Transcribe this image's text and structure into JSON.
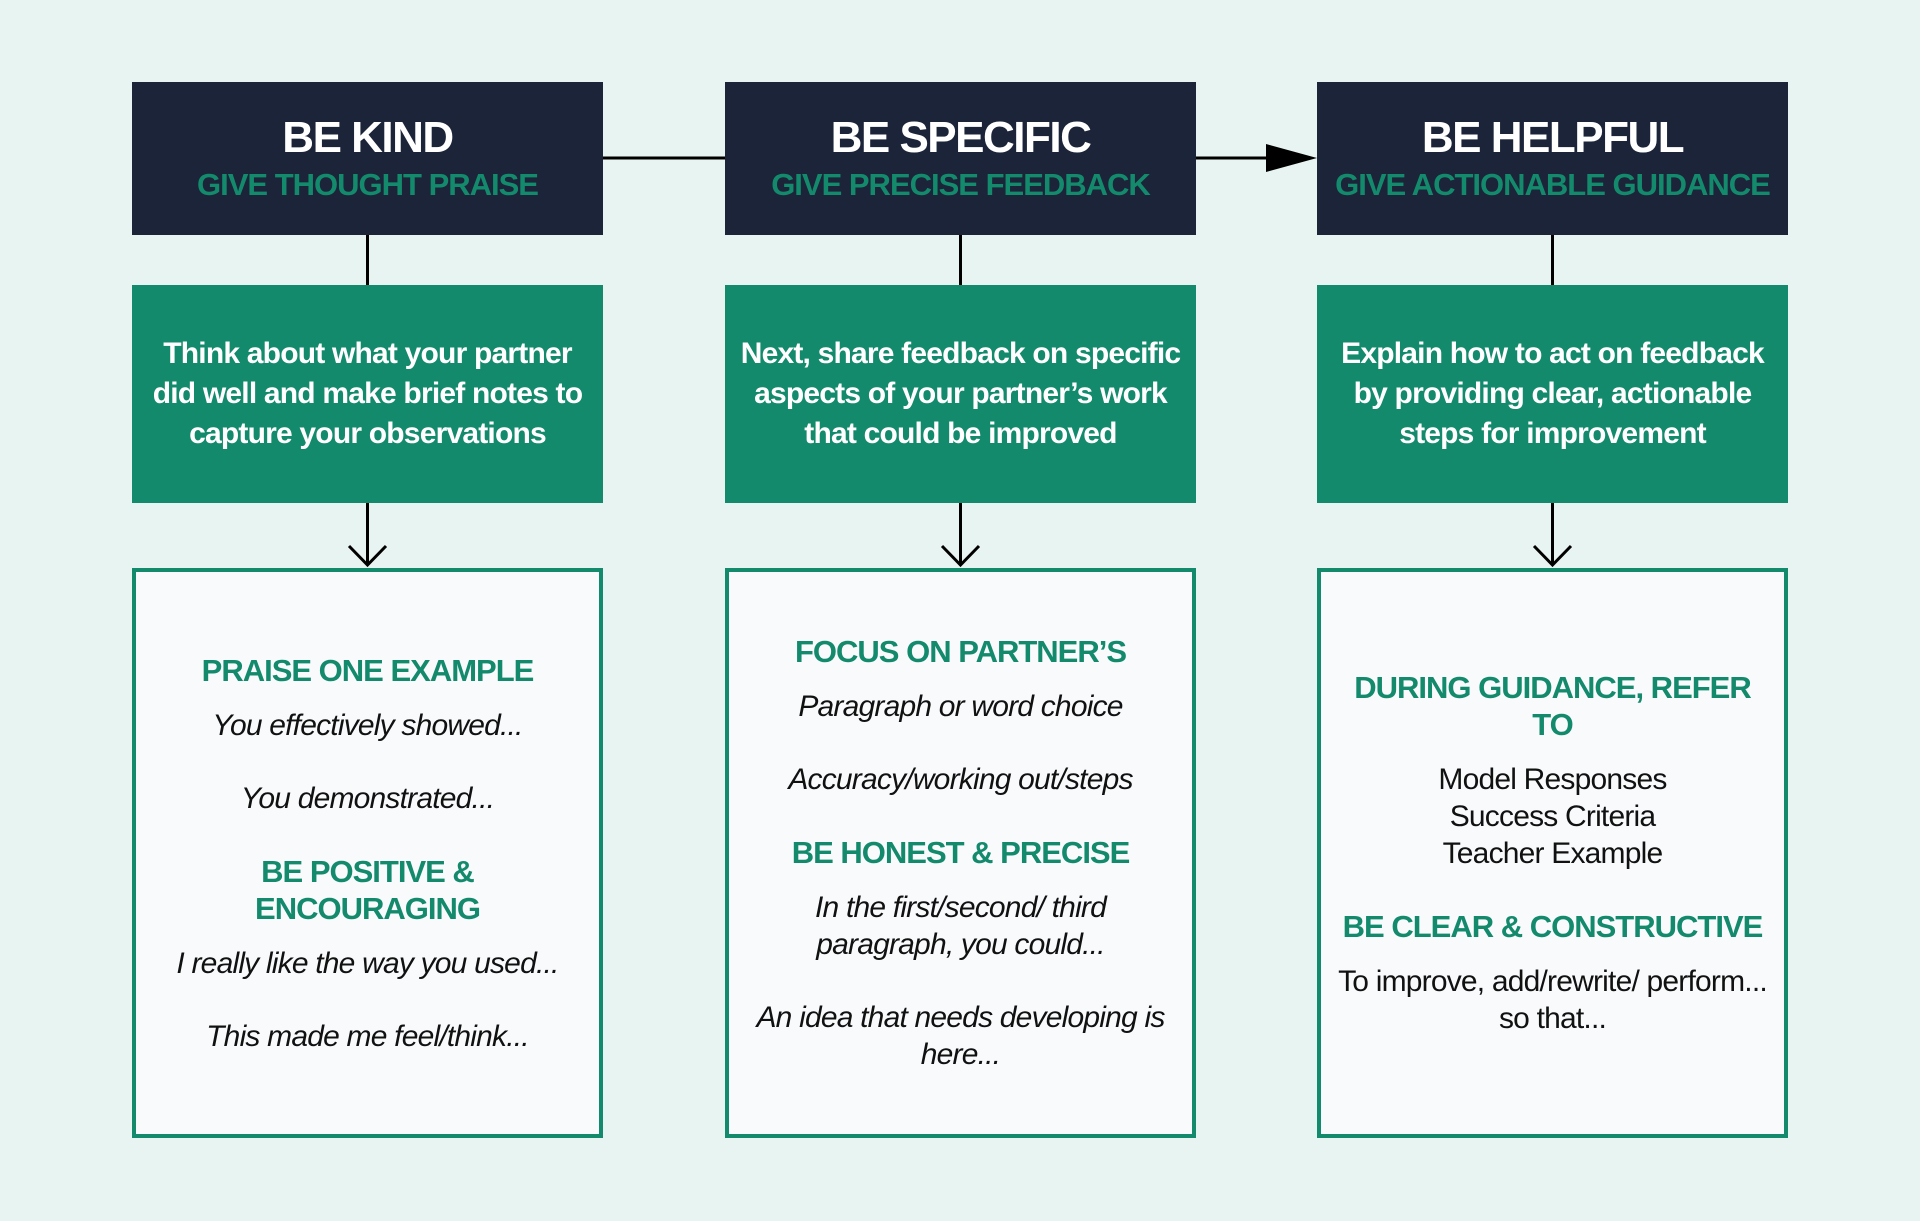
{
  "columns": [
    {
      "title": "BE KIND",
      "subtitle": "GIVE THOUGHT PRAISE",
      "summary": "Think about what your partner did well and make brief notes to capture your observations",
      "sections": [
        {
          "heading": "PRAISE ONE EXAMPLE",
          "style": "italic",
          "spacing": "spaced",
          "items": [
            "You effectively showed...",
            "You demonstrated..."
          ]
        },
        {
          "heading": "BE POSITIVE & ENCOURAGING",
          "style": "italic",
          "spacing": "spaced",
          "items": [
            "I really like the way you used...",
            "This made me feel/think..."
          ]
        }
      ]
    },
    {
      "title": "BE SPECIFIC",
      "subtitle": "GIVE PRECISE FEEDBACK",
      "summary": "Next, share feedback on specific aspects of your partner’s work that could be improved",
      "sections": [
        {
          "heading": "FOCUS ON PARTNER’S",
          "style": "italic",
          "spacing": "spaced",
          "items": [
            "Paragraph or word choice",
            "Accuracy/working out/steps"
          ]
        },
        {
          "heading": "BE HONEST & PRECISE",
          "style": "italic",
          "spacing": "spaced",
          "items": [
            "In the first/second/ third paragraph, you could...",
            "An idea that needs developing is here..."
          ]
        }
      ]
    },
    {
      "title": "BE HELPFUL",
      "subtitle": "GIVE ACTIONABLE GUIDANCE",
      "summary": "Explain how to act on feedback by providing clear, actionable steps for improvement",
      "sections": [
        {
          "heading": "DURING GUIDANCE, REFER TO",
          "style": "plain",
          "spacing": "tight",
          "items": [
            "Model Responses",
            "Success Criteria",
            "Teacher Example"
          ]
        },
        {
          "heading": "BE CLEAR & CONSTRUCTIVE",
          "style": "plain",
          "spacing": "spaced",
          "items": [
            "To improve, add/rewrite/ perform... so that..."
          ]
        }
      ]
    }
  ],
  "colors": {
    "background": "#e8f4f1",
    "navy": "#1b2438",
    "green": "#148a6d",
    "card": "#f8fafc",
    "text": "#111111"
  }
}
